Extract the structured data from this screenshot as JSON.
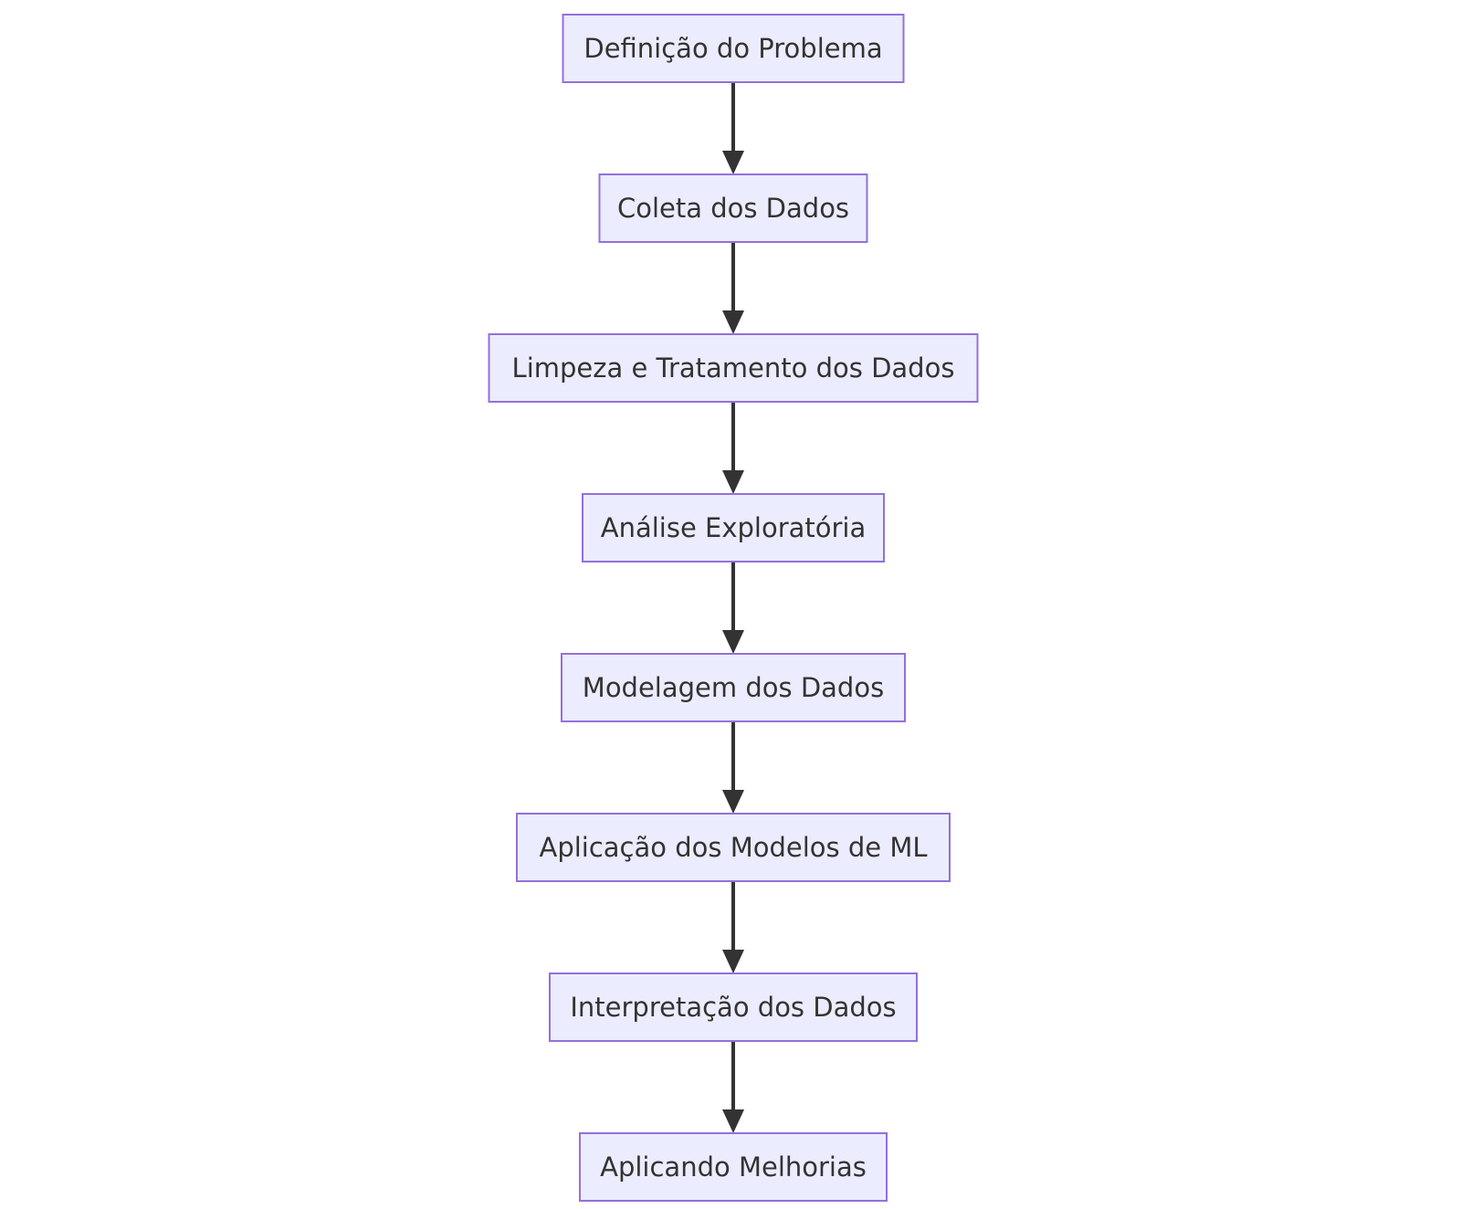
{
  "flowchart": {
    "nodes": [
      {
        "id": "problem",
        "label": "Definição do Problema"
      },
      {
        "id": "collect",
        "label": "Coleta dos Dados"
      },
      {
        "id": "clean",
        "label": "Limpeza e Tratamento dos Dados"
      },
      {
        "id": "eda",
        "label": "Análise Exploratória"
      },
      {
        "id": "model",
        "label": "Modelagem dos Dados"
      },
      {
        "id": "apply",
        "label": "Aplicação dos Modelos de ML"
      },
      {
        "id": "interpret",
        "label": "Interpretação dos Dados"
      },
      {
        "id": "improve",
        "label": "Aplicando Melhorias"
      }
    ],
    "edges": [
      {
        "from": "problem",
        "to": "collect"
      },
      {
        "from": "collect",
        "to": "clean"
      },
      {
        "from": "clean",
        "to": "eda"
      },
      {
        "from": "eda",
        "to": "model"
      },
      {
        "from": "model",
        "to": "apply"
      },
      {
        "from": "apply",
        "to": "interpret"
      },
      {
        "from": "interpret",
        "to": "improve"
      }
    ],
    "colors": {
      "node_fill": "#ececff",
      "node_stroke": "#9370db",
      "text": "#333333",
      "edge": "#333333"
    }
  }
}
